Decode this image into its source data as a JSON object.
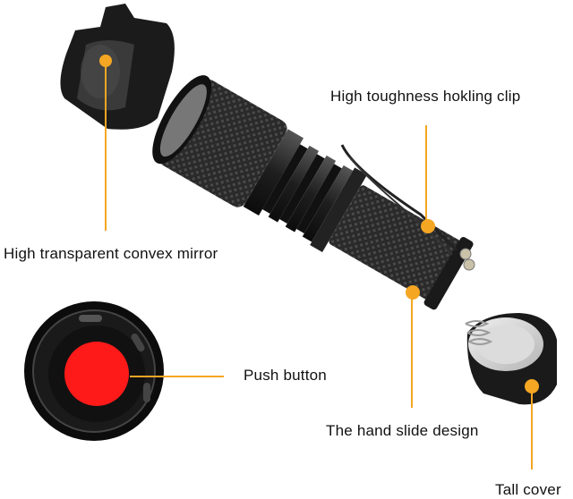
{
  "diagram": {
    "subject": "Mini LED flashlight exploded view",
    "accent_color": "#F5A623",
    "callouts": [
      {
        "id": "mirror",
        "label": "High transparent convex mirror"
      },
      {
        "id": "clip",
        "label": "High toughness hokling clip"
      },
      {
        "id": "button",
        "label": "Push button"
      },
      {
        "id": "slide",
        "label": "The hand slide design"
      },
      {
        "id": "tail",
        "label": "Tall cover"
      }
    ],
    "button_color": "#FF1A1A"
  }
}
